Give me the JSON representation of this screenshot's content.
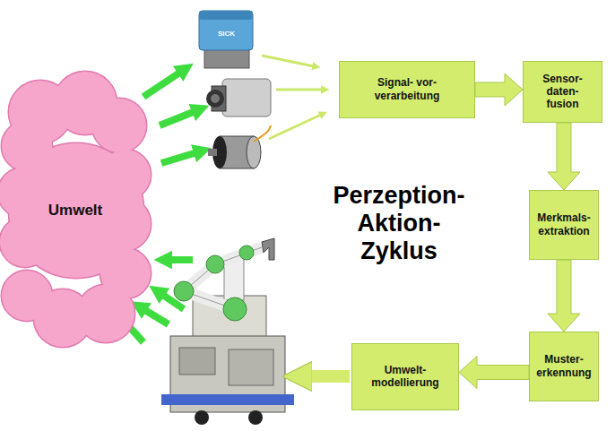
{
  "diagram": {
    "nodes": [
      {
        "text": [
          "Umwelt"
        ]
      },
      {
        "text": [
          "Signal- vor- verarbeitung"
        ]
      },
      {
        "text": [
          "Sensor- daten- fusion"
        ]
      },
      {
        "text": [
          "Merkmals- extraktion"
        ]
      },
      {
        "text": [
          "Muster- erkennung"
        ]
      },
      {
        "text": [
          "Umwelt- modellierung"
        ]
      }
    ],
    "edges": [
      {
        "from": 1,
        "to": 2,
        "arrow": "to"
      },
      {
        "from": 2,
        "to": 3,
        "arrow": "to"
      },
      {
        "from": 3,
        "to": 4,
        "arrow": "to"
      },
      {
        "from": 4,
        "to": 5,
        "arrow": "to"
      }
    ],
    "labels": [
      "SICK",
      "Perzeption- Aktion- Zyklus"
    ]
  }
}
